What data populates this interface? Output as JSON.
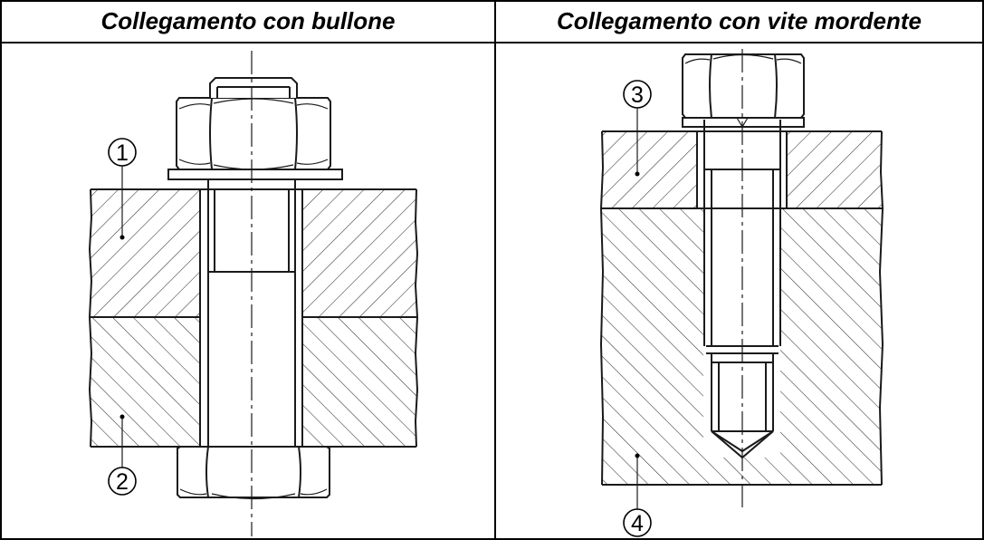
{
  "table": {
    "left_header": "Collegamento con bullone",
    "right_header": "Collegamento con vite mordente"
  },
  "callouts": {
    "c1": "1",
    "c2": "2",
    "c3": "3",
    "c4": "4"
  }
}
